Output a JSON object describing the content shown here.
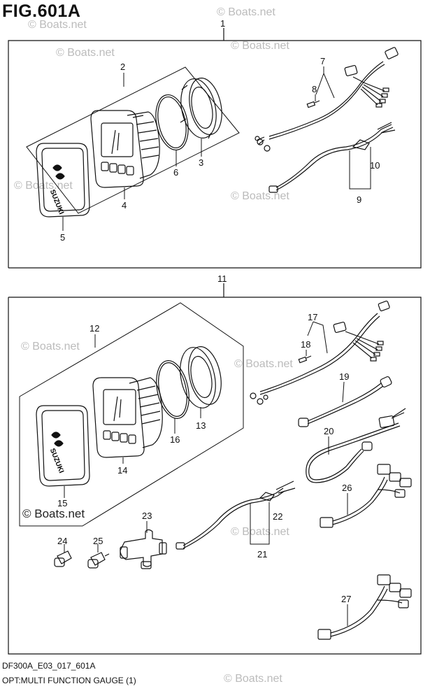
{
  "figure": {
    "title": "FIG.601A",
    "drawing_code": "DF300A_E03_017_601A",
    "caption": "OPT:MULTI FUNCTION GAUGE (1)"
  },
  "watermark": {
    "text": "© Boats.net"
  },
  "gauge_logo": "SUZUKI",
  "callouts": [
    "1",
    "2",
    "3",
    "4",
    "5",
    "6",
    "7",
    "8",
    "9",
    "10",
    "11",
    "12",
    "13",
    "14",
    "15",
    "16",
    "17",
    "18",
    "19",
    "20",
    "21",
    "22",
    "23",
    "24",
    "25",
    "26",
    "27"
  ],
  "colors": {
    "line": "#111111",
    "watermark": "#bbbbbb",
    "background": "#ffffff"
  }
}
